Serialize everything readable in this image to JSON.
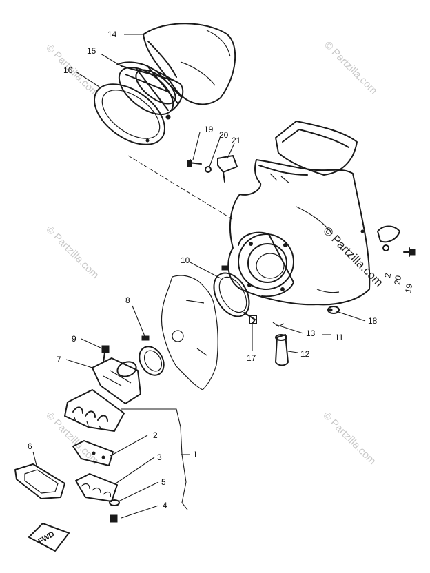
{
  "watermark": {
    "text": "© Partzilla.com",
    "color": "#c8c8c8"
  },
  "callouts": [
    {
      "id": "c1",
      "label": "1"
    },
    {
      "id": "c2",
      "label": "2"
    },
    {
      "id": "c3",
      "label": "3"
    },
    {
      "id": "c4",
      "label": "4"
    },
    {
      "id": "c5",
      "label": "5"
    },
    {
      "id": "c6",
      "label": "6"
    },
    {
      "id": "c7",
      "label": "7"
    },
    {
      "id": "c8",
      "label": "8"
    },
    {
      "id": "c9",
      "label": "9"
    },
    {
      "id": "c10",
      "label": "10"
    },
    {
      "id": "c11",
      "label": "11"
    },
    {
      "id": "c12",
      "label": "12"
    },
    {
      "id": "c13",
      "label": "13"
    },
    {
      "id": "c14",
      "label": "14"
    },
    {
      "id": "c15",
      "label": "15"
    },
    {
      "id": "c16",
      "label": "16"
    },
    {
      "id": "c17",
      "label": "17"
    },
    {
      "id": "c18",
      "label": "18"
    },
    {
      "id": "c19a",
      "label": "19"
    },
    {
      "id": "c19b",
      "label": "19"
    },
    {
      "id": "c20a",
      "label": "20"
    },
    {
      "id": "c20b",
      "label": "20"
    },
    {
      "id": "c21",
      "label": "21"
    },
    {
      "id": "c2b",
      "label": "2"
    }
  ],
  "direction_marker": {
    "label": "FWD"
  }
}
